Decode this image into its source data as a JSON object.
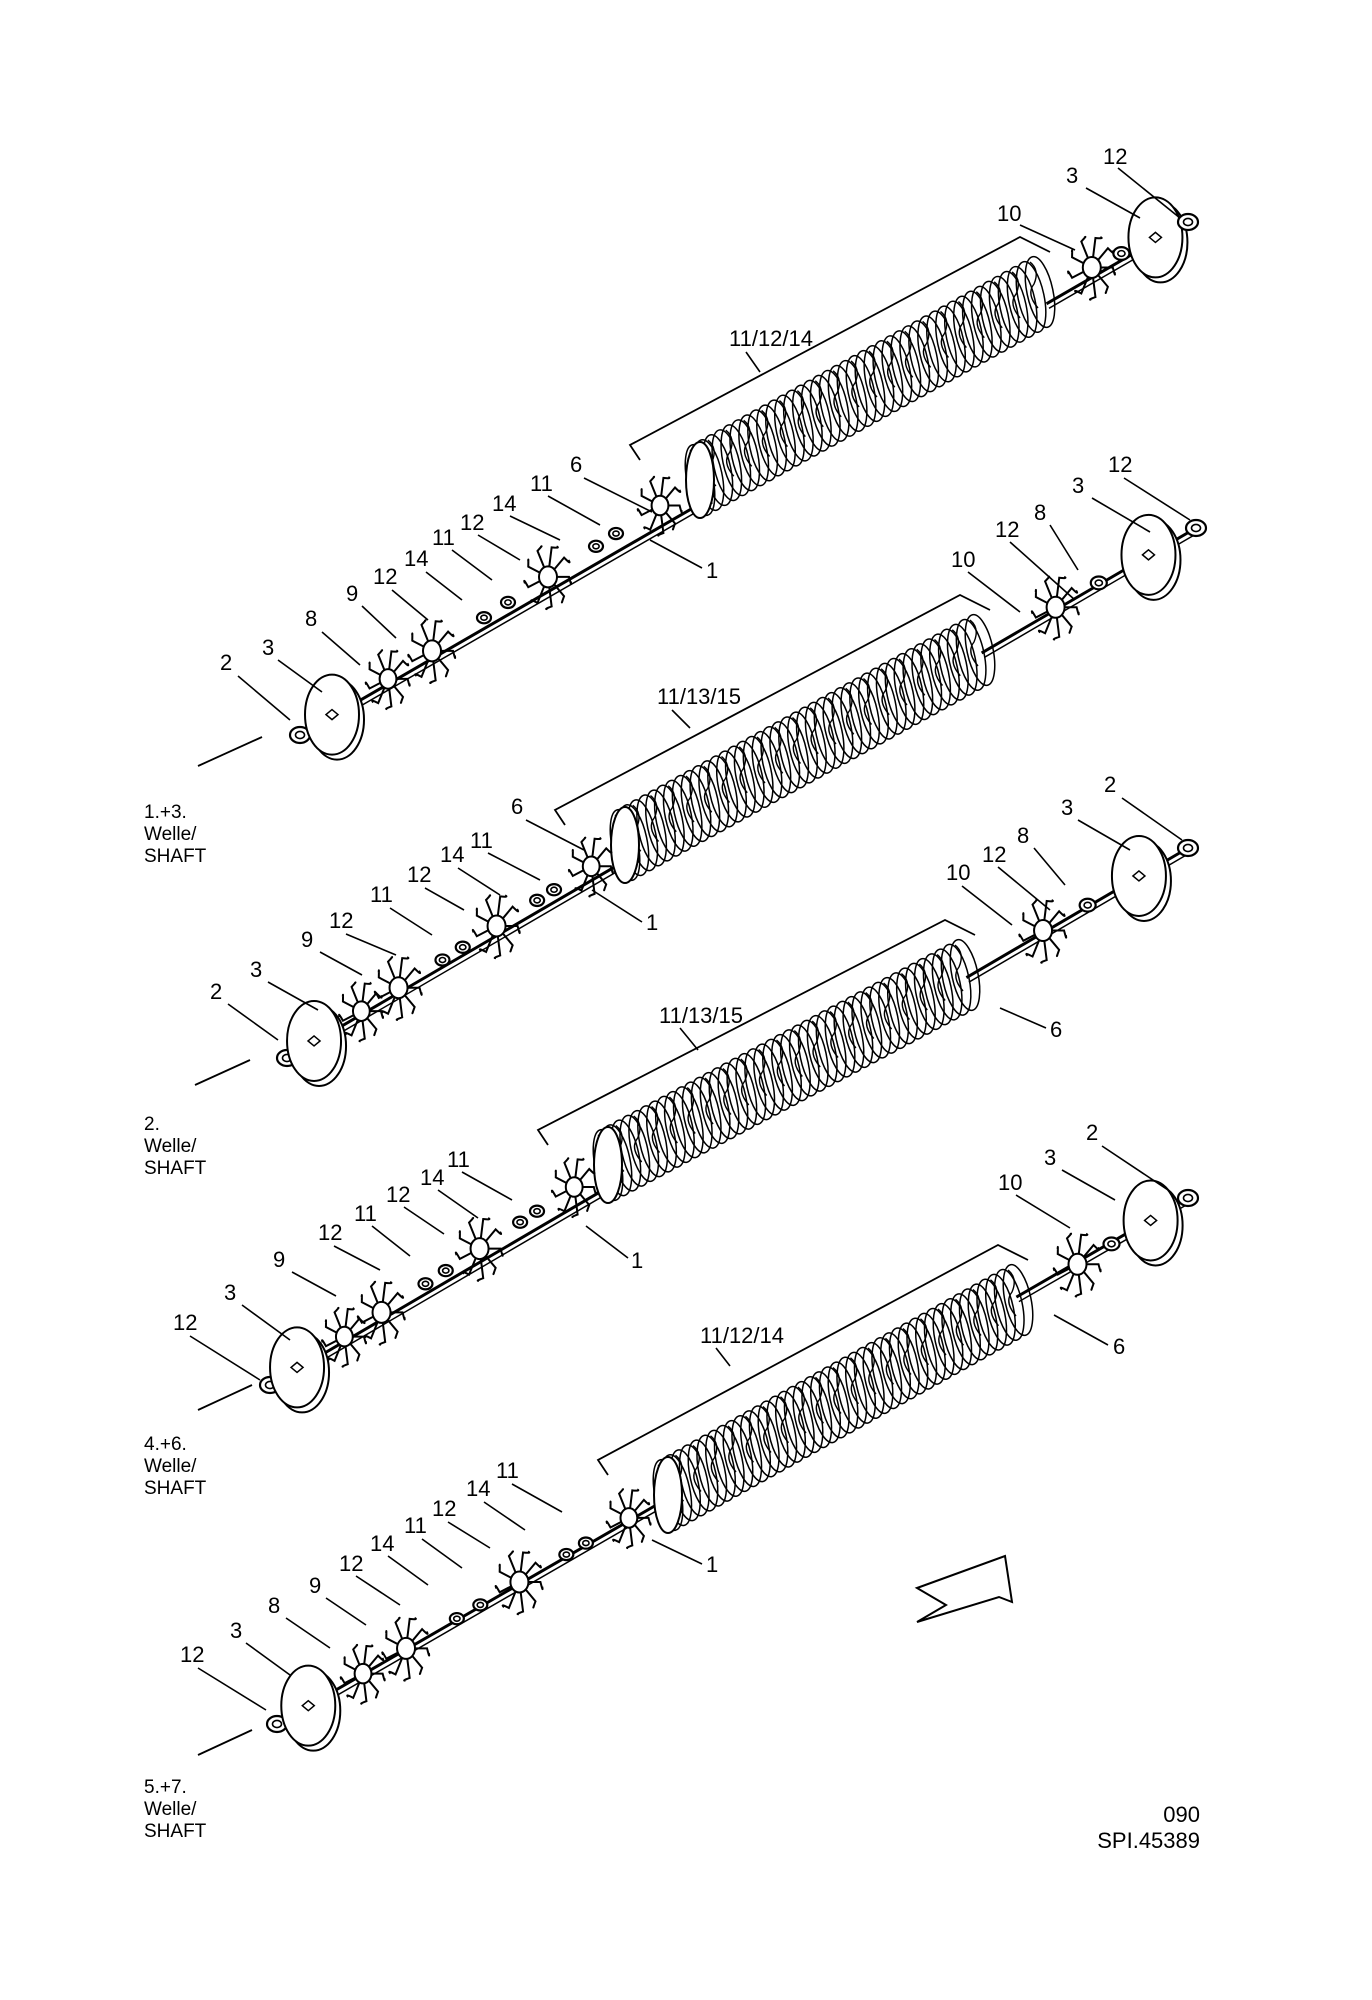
{
  "shafts": [
    {
      "caption": [
        "1.+3.",
        "Welle/",
        "SHAFT"
      ],
      "brush_label": "11/12/14",
      "callouts": [
        "12",
        "3",
        "10",
        "6",
        "11",
        "14",
        "12",
        "11",
        "14",
        "12",
        "9",
        "8",
        "3",
        "2",
        "1"
      ]
    },
    {
      "caption": [
        "2.",
        "Welle/",
        "SHAFT"
      ],
      "brush_label": "11/13/15",
      "callouts": [
        "12",
        "3",
        "8",
        "12",
        "10",
        "6",
        "11",
        "14",
        "12",
        "11",
        "12",
        "9",
        "3",
        "2",
        "1"
      ]
    },
    {
      "caption": [
        "4.+6.",
        "Welle/",
        "SHAFT"
      ],
      "brush_label": "11/13/15",
      "callouts": [
        "2",
        "3",
        "8",
        "12",
        "10",
        "6",
        "11",
        "14",
        "12",
        "11",
        "12",
        "9",
        "3",
        "12",
        "1"
      ]
    },
    {
      "caption": [
        "5.+7.",
        "Welle/",
        "SHAFT"
      ],
      "brush_label": "11/12/14",
      "callouts": [
        "2",
        "3",
        "10",
        "6",
        "11",
        "14",
        "12",
        "11",
        "14",
        "12",
        "9",
        "8",
        "3",
        "12",
        "1"
      ]
    }
  ],
  "footer": {
    "page_number": "090",
    "drawing_id": "SPI.45389"
  }
}
